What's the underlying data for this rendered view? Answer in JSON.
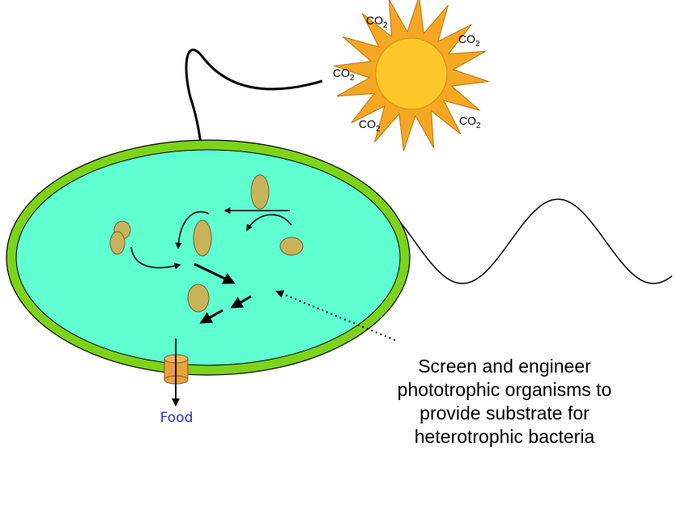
{
  "co2_labels": [
    {
      "main": "CO",
      "sub": "2"
    },
    {
      "main": "CO",
      "sub": "2"
    },
    {
      "main": "CO",
      "sub": "2"
    },
    {
      "main": "CO",
      "sub": "2"
    },
    {
      "main": "CO",
      "sub": "2"
    }
  ],
  "caption": [
    "Screen and engineer",
    "phototrophic organisms to",
    "provide substrate for",
    "heterotrophic bacteria"
  ],
  "food_label": "Food",
  "colors": {
    "sun_rays": "#f5a623",
    "sun_core": "#ffc62a",
    "cell_membrane": "#7dd31a",
    "cytoplasm": "#5fffd1",
    "organism": "#c7b35a",
    "transporter": "#e8a040",
    "food_text": "#2533c8"
  }
}
